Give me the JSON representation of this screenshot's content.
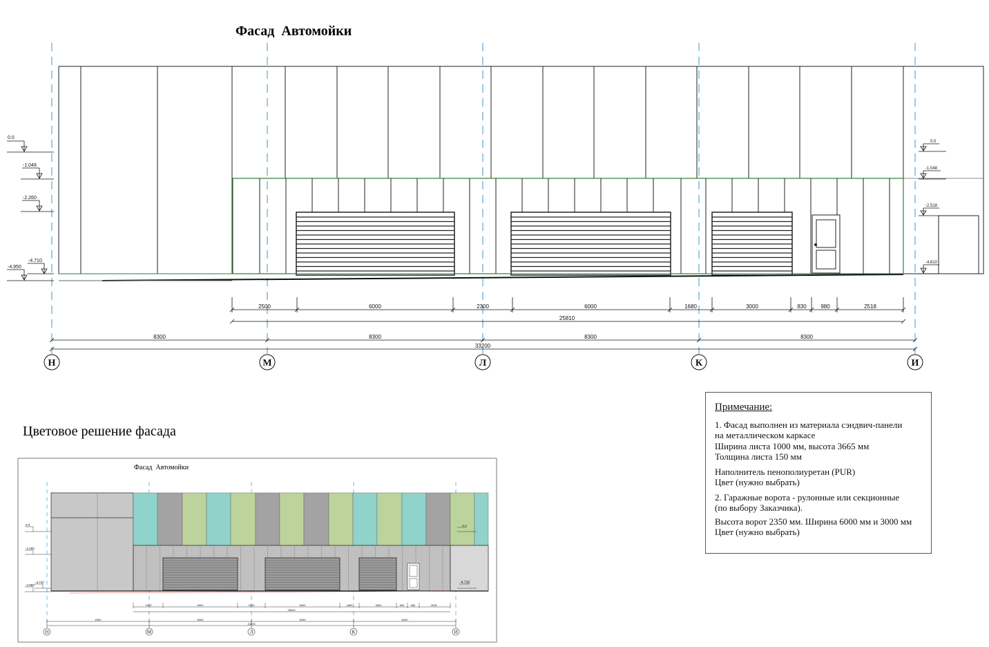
{
  "title": "Фасад  Автомойки",
  "color_section_title": "Цветовое решение фасада",
  "mini_title": "Фасад  Автомойки",
  "axes": [
    "Н",
    "М",
    "Л",
    "К",
    "И"
  ],
  "level_marks_left": [
    "0.0",
    "-1.048",
    "-2.260",
    "-4.710",
    "-4.950"
  ],
  "level_marks_right": [
    "0.0",
    "-1.048",
    "-2.518",
    "-4.610"
  ],
  "dims_openings": [
    "2500",
    "6000",
    "2300",
    "6000",
    "1680",
    "3000",
    "830",
    "980",
    "2518"
  ],
  "dim_opening_total": "25810",
  "dims_axes": [
    "8300",
    "8300",
    "8300",
    "8300"
  ],
  "dim_axes_total": "33200",
  "mini": {
    "levels": [
      "0.0",
      "-2.260",
      "-4.710",
      "-4.950"
    ],
    "right_mark": "-1.0",
    "right_mark2": "-4.710",
    "dims_openings": [
      "2420",
      "6000",
      "2300",
      "6000",
      "1680",
      "3000",
      "830",
      "980",
      "2518"
    ],
    "dim_opening_total": "25810",
    "dims_axes": [
      "8300",
      "8300",
      "8300",
      "8300"
    ],
    "dim_axes_total": "33200"
  },
  "colors": {
    "teal": "#8fd3cb",
    "gray": "#a3a3a3",
    "green": "#bcd49c",
    "wall": "#c8c8c8",
    "outline": "#2e7d32",
    "axis": "#5aa7d8"
  },
  "note": {
    "heading": "Примечание:",
    "lines": [
      "1. Фасад выполнен из материала сэндвич-панели",
      "на металлическом каркасе",
      "Ширина листа 1000 мм, высота 3665 мм",
      "Толщина листа 150 мм",
      "",
      "Наполнитель пенополиуретан (PUR)",
      "Цвет  (нужно  выбрать)",
      "",
      "2. Гаражные ворота - рулонные или секционные",
      "(по выбору Заказчика).",
      "Высота ворот 2350 мм. Ширина 6000 мм и 3000 мм",
      "Цвет  (нужно  выбрать)"
    ]
  }
}
